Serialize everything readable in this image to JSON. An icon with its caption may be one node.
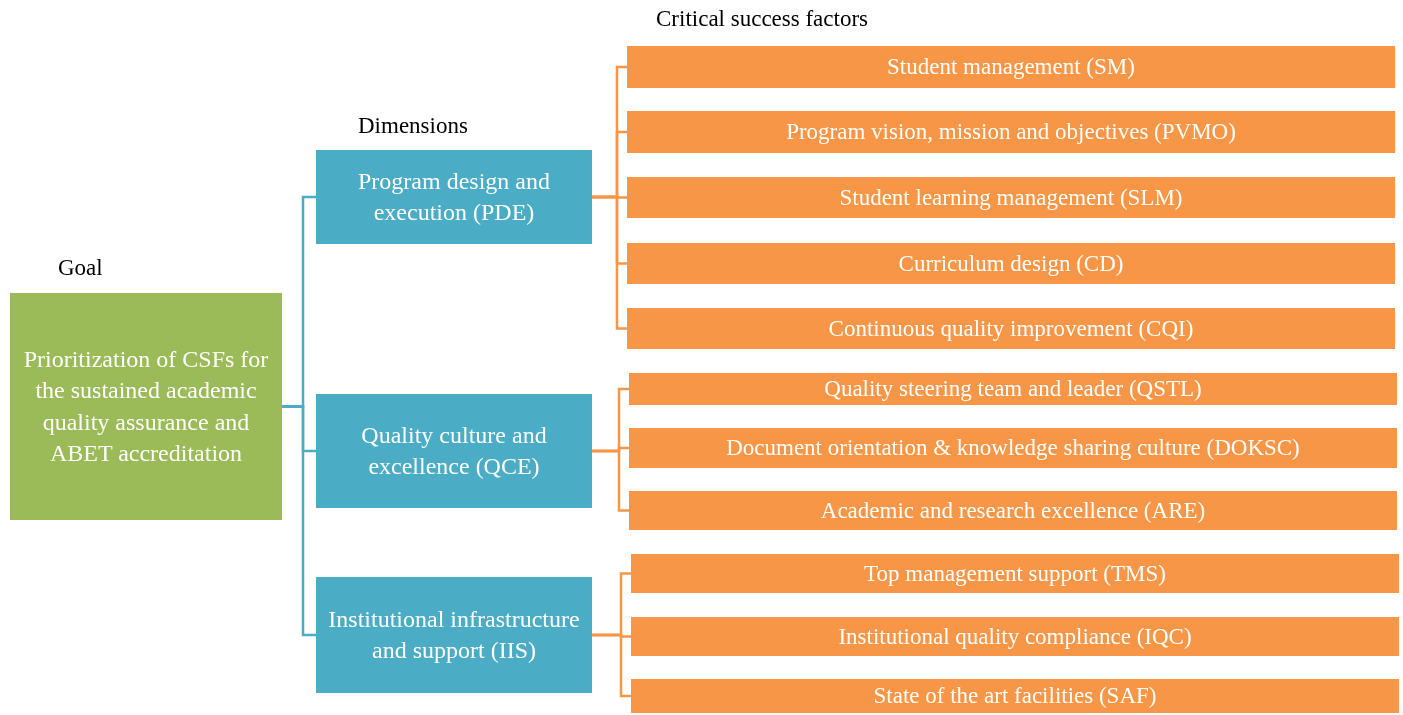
{
  "diagram": {
    "nodes": [
      {
        "text": [
          "Prioritization of CSFs for the sustained academic quality assurance and ABET accreditation"
        ]
      },
      {
        "text": [
          "Program design and execution (PDE)"
        ]
      },
      {
        "text": [
          "Quality culture and excellence (QCE)"
        ]
      },
      {
        "text": [
          "Institutional infrastructure and support (IIS)"
        ]
      },
      {
        "text": [
          "Student management (SM)"
        ]
      },
      {
        "text": [
          "Program vision, mission and objectives (PVMO)"
        ]
      },
      {
        "text": [
          "Student learning management (SLM)"
        ]
      },
      {
        "text": [
          "Curriculum design (CD)"
        ]
      },
      {
        "text": [
          "Continuous quality improvement (CQI)"
        ]
      },
      {
        "text": [
          "Quality steering team and leader (QSTL)"
        ]
      },
      {
        "text": [
          "Document orientation & knowledge sharing culture (DOKSC)"
        ]
      },
      {
        "text": [
          "Academic and research excellence (ARE)"
        ]
      },
      {
        "text": [
          "Top management support (TMS)"
        ]
      },
      {
        "text": [
          "Institutional quality compliance (IQC)"
        ]
      },
      {
        "text": [
          "State of the art facilities (SAF)"
        ]
      }
    ],
    "edges": [
      {
        "from": 0,
        "to": 1,
        "arrow": "none",
        "color": "#4bacc6"
      },
      {
        "from": 0,
        "to": 2,
        "arrow": "none",
        "color": "#4bacc6"
      },
      {
        "from": 0,
        "to": 3,
        "arrow": "none",
        "color": "#4bacc6"
      },
      {
        "from": 1,
        "to": 4,
        "arrow": "none"
      },
      {
        "from": 1,
        "to": 5,
        "arrow": "none"
      },
      {
        "from": 1,
        "to": 6,
        "arrow": "none"
      },
      {
        "from": 1,
        "to": 7,
        "arrow": "none"
      },
      {
        "from": 1,
        "to": 8,
        "arrow": "none"
      },
      {
        "from": 2,
        "to": 9,
        "arrow": "none"
      },
      {
        "from": 2,
        "to": 10,
        "arrow": "none"
      },
      {
        "from": 2,
        "to": 11,
        "arrow": "none"
      },
      {
        "from": 3,
        "to": 12,
        "arrow": "none"
      },
      {
        "from": 3,
        "to": 13,
        "arrow": "none"
      },
      {
        "from": 3,
        "to": 14,
        "arrow": "none"
      }
    ],
    "labels": [
      "Critical success factors",
      "Dimensions",
      "Goal"
    ]
  }
}
